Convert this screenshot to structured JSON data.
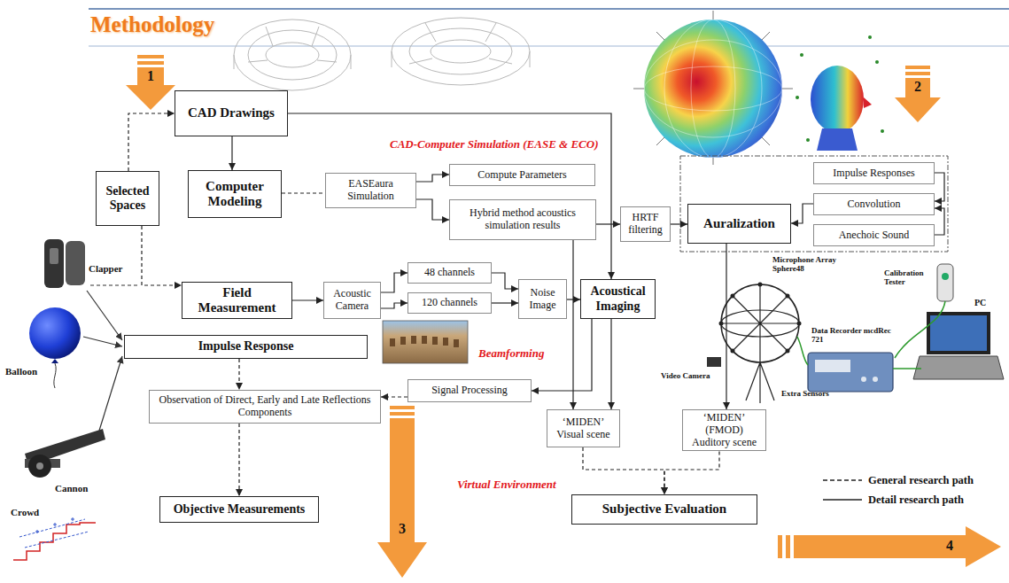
{
  "diagram": {
    "title": "Methodology",
    "nodes": [
      {
        "text": [
          "CAD-Computer Simulation (EASE & ECO)"
        ]
      },
      {
        "text": [
          "CAD Drawings"
        ],
        "in": 0
      },
      {
        "text": [
          "Selected Spaces"
        ]
      },
      {
        "text": [
          "Computer Modeling"
        ],
        "in": 0
      },
      {
        "text": [
          "EASEaura Simulation"
        ],
        "in": 0
      },
      {
        "text": [
          "Compute Parameters"
        ],
        "in": 0
      },
      {
        "text": [
          "Hybrid method acoustics simulation results"
        ],
        "in": 0
      },
      {
        "text": [
          "HRTF filtering"
        ],
        "in": 0
      },
      {
        "text": [
          "Auralization"
        ],
        "in": 0
      },
      {
        "text": [
          "Impulse Responses"
        ],
        "in": 0
      },
      {
        "text": [
          "Convolution"
        ],
        "in": 0
      },
      {
        "text": [
          "Anechoic Sound"
        ],
        "in": 0
      },
      {
        "text": [
          "Beamforming"
        ]
      },
      {
        "text": [
          "Field Measurement"
        ],
        "in": 12
      },
      {
        "text": [
          "Acoustic Camera"
        ],
        "in": 12
      },
      {
        "text": [
          "48 channels"
        ],
        "in": 12
      },
      {
        "text": [
          "120 channels"
        ],
        "in": 12
      },
      {
        "text": [
          "Noise Image"
        ],
        "in": 12
      },
      {
        "text": [
          "Acoustical Imaging"
        ],
        "in": 12
      },
      {
        "text": [
          "Impulse Response"
        ]
      },
      {
        "text": [
          "Signal Processing"
        ]
      },
      {
        "text": [
          "Observation of Direct, Early and Late Reflections Components"
        ]
      },
      {
        "text": [
          "Virtual Environment"
        ]
      },
      {
        "text": [
          "‘MIDEN’ Visual scene"
        ],
        "in": 22
      },
      {
        "text": [
          "‘MIDEN’ (FMOD) Auditory scene"
        ],
        "in": 22
      },
      {
        "text": [
          "Subjective Evaluation"
        ],
        "in": 22
      },
      {
        "text": [
          "Objective Measurements"
        ]
      }
    ],
    "edges": [
      {
        "from": 2,
        "to": 1,
        "arrow": "to"
      },
      {
        "from": 2,
        "to": 13,
        "arrow": "to"
      },
      {
        "from": 1,
        "to": 3,
        "arrow": "to"
      },
      {
        "from": 1,
        "to": 18,
        "arrow": "to"
      },
      {
        "from": 3,
        "to": 4,
        "arrow": "none"
      },
      {
        "from": 4,
        "to": 5,
        "arrow": "to"
      },
      {
        "from": 4,
        "to": 6,
        "arrow": "to"
      },
      {
        "from": 6,
        "to": 7,
        "arrow": "to"
      },
      {
        "from": 7,
        "to": 8,
        "arrow": "to"
      },
      {
        "from": 9,
        "to": 10,
        "arrow": "to"
      },
      {
        "from": 11,
        "to": 10,
        "arrow": "to"
      },
      {
        "from": 10,
        "to": 8,
        "arrow": "to"
      },
      {
        "from": 13,
        "to": 14,
        "arrow": "to"
      },
      {
        "from": 14,
        "to": 15,
        "arrow": "to"
      },
      {
        "from": 14,
        "to": 16,
        "arrow": "to"
      },
      {
        "from": 15,
        "to": 17,
        "arrow": "to"
      },
      {
        "from": 16,
        "to": 17,
        "arrow": "to"
      },
      {
        "from": 17,
        "to": 18,
        "arrow": "to"
      },
      {
        "from": 6,
        "to": 23,
        "arrow": "to"
      },
      {
        "from": 18,
        "to": 23,
        "arrow": "to"
      },
      {
        "from": 18,
        "to": 20,
        "arrow": "to"
      },
      {
        "from": 20,
        "to": 21,
        "arrow": "to"
      },
      {
        "from": 8,
        "to": 24,
        "arrow": "to"
      },
      {
        "from": 19,
        "to": 21,
        "arrow": "to"
      },
      {
        "from": 21,
        "to": 26,
        "arrow": "to"
      },
      {
        "from": 23,
        "to": 25,
        "arrow": "to"
      },
      {
        "from": 24,
        "to": 25,
        "arrow": "to"
      }
    ],
    "labels": [
      "1",
      "2",
      "Clapper",
      "Balloon",
      "Cannon",
      "Crowd",
      "3",
      "4",
      "Microphone Array Sphere48",
      "Calibration Tester",
      "Video Camera",
      "Data Recorder mcdRec 721",
      "PC",
      "Extra Sensors"
    ],
    "legend": [
      {
        "text": "General research path"
      },
      {
        "text": "Detail research path"
      }
    ]
  }
}
